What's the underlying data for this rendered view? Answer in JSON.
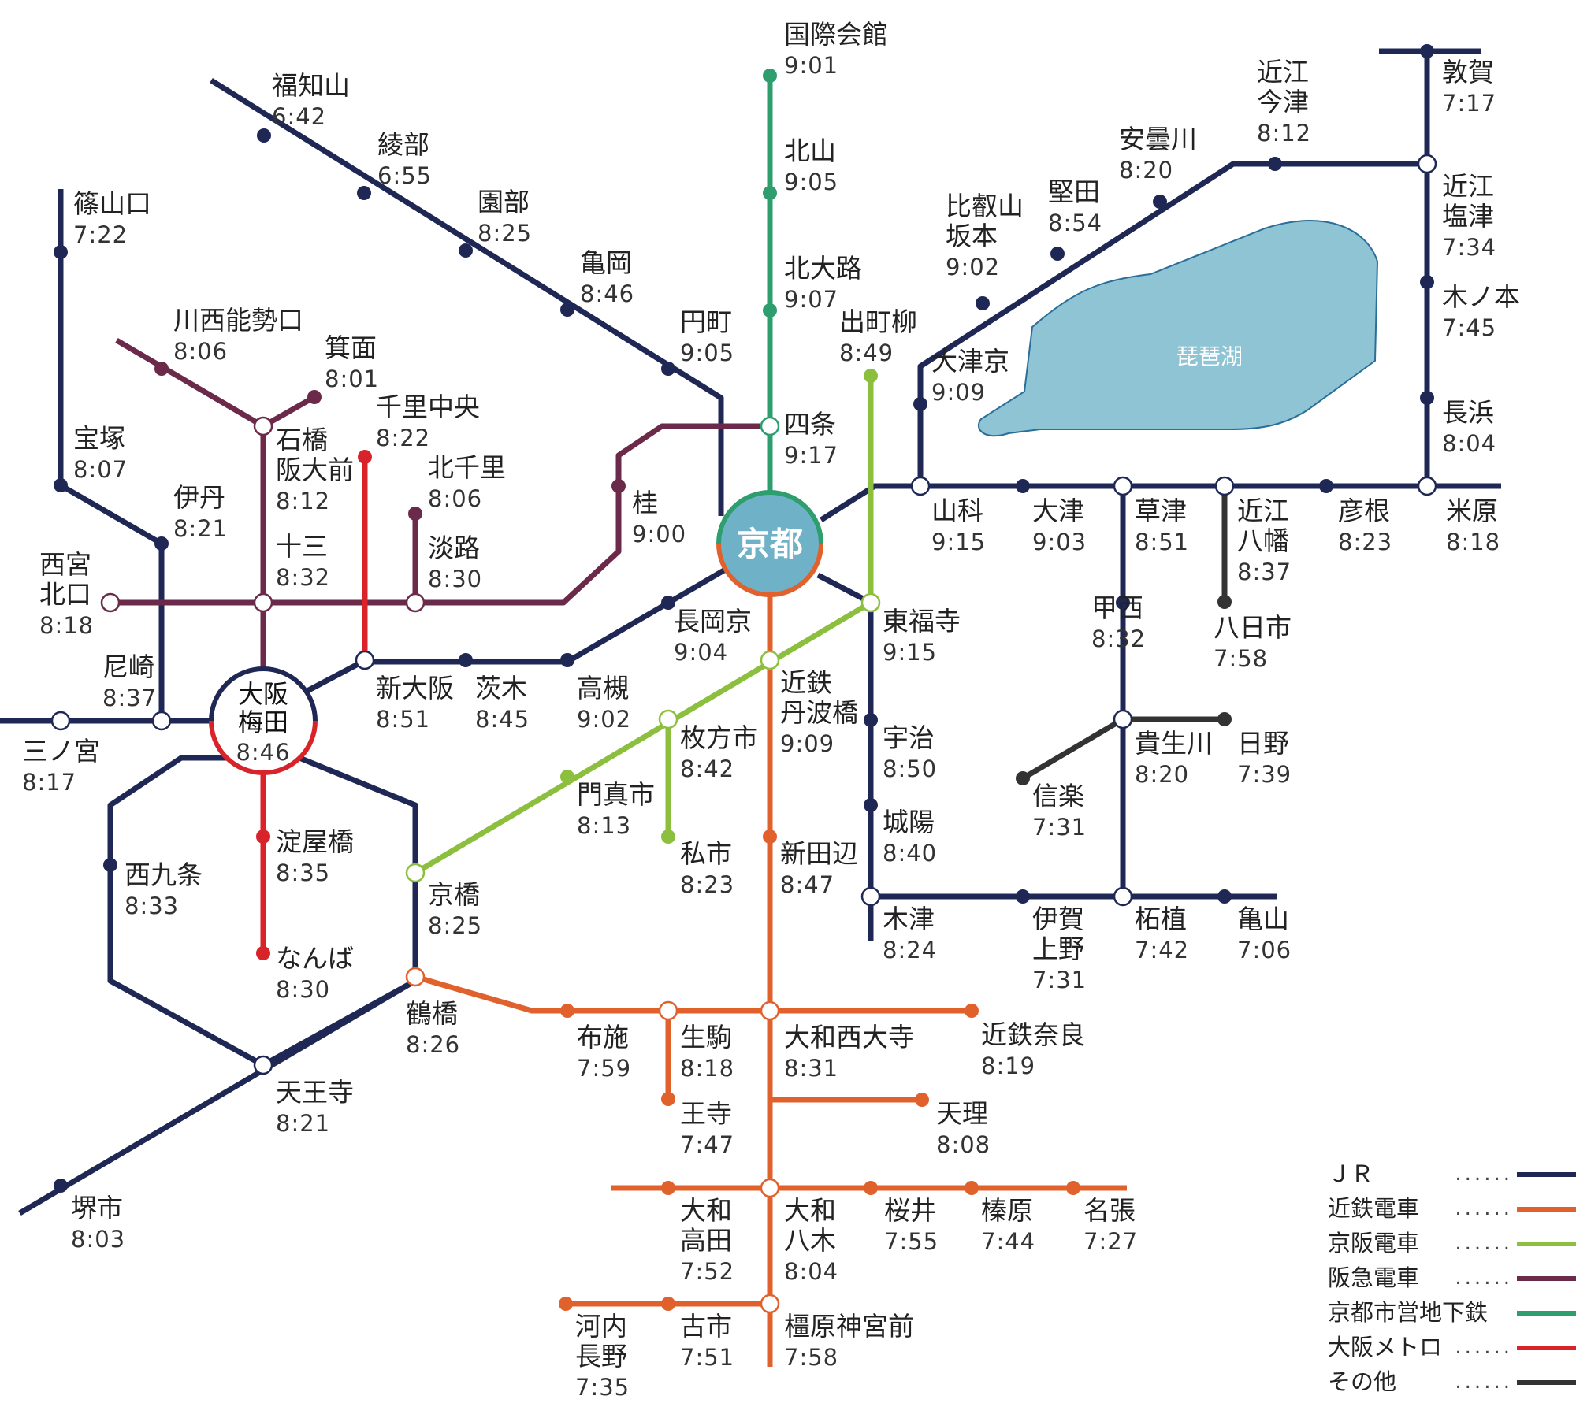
{
  "colors": {
    "jr": "#1f2855",
    "kintetsu": "#e0612b",
    "keihan": "#8dbf3f",
    "hankyu": "#6b2a4a",
    "subway": "#2e9e6e",
    "metro": "#d9232b",
    "other": "#333333",
    "lake": "#8ec4d4",
    "lake_border": "#2a6e9a",
    "kyoto_hub": "#6fb1c7"
  },
  "hubs": {
    "kyoto": "京都",
    "osaka": "大阪\n梅田",
    "osaka_time": "8:46"
  },
  "lake_label": "琵琶湖",
  "stations": [
    {
      "name": "国際会館",
      "time": "9:01"
    },
    {
      "name": "北山",
      "time": "9:05"
    },
    {
      "name": "北大路",
      "time": "9:07"
    },
    {
      "name": "四条",
      "time": "9:17"
    },
    {
      "name": "福知山",
      "time": "6:42"
    },
    {
      "name": "綾部",
      "time": "6:55"
    },
    {
      "name": "園部",
      "time": "8:25"
    },
    {
      "name": "亀岡",
      "time": "8:46"
    },
    {
      "name": "円町",
      "time": "9:05"
    },
    {
      "name": "篠山口",
      "time": "7:22"
    },
    {
      "name": "宝塚",
      "time": "8:07"
    },
    {
      "name": "伊丹",
      "time": "8:21"
    },
    {
      "name": "尼崎",
      "time": "8:37"
    },
    {
      "name": "三ノ宮",
      "time": "8:17"
    },
    {
      "name": "川西能勢口",
      "time": "8:06"
    },
    {
      "name": "箕面",
      "time": "8:01"
    },
    {
      "name": "石橋\n阪大前",
      "time": "8:12"
    },
    {
      "name": "十三",
      "time": "8:32"
    },
    {
      "name": "西宮\n北口",
      "time": "8:18"
    },
    {
      "name": "千里中央",
      "time": "8:22"
    },
    {
      "name": "北千里",
      "time": "8:06"
    },
    {
      "name": "淡路",
      "time": "8:30"
    },
    {
      "name": "桂",
      "time": "9:00"
    },
    {
      "name": "新大阪",
      "time": "8:51"
    },
    {
      "name": "茨木",
      "time": "8:45"
    },
    {
      "name": "高槻",
      "time": "9:02"
    },
    {
      "name": "長岡京",
      "time": "9:04"
    },
    {
      "name": "出町柳",
      "time": "8:49"
    },
    {
      "name": "東福寺",
      "time": "9:15"
    },
    {
      "name": "近鉄\n丹波橋",
      "time": "9:09"
    },
    {
      "name": "枚方市",
      "time": "8:42"
    },
    {
      "name": "門真市",
      "time": "8:13"
    },
    {
      "name": "私市",
      "time": "8:23"
    },
    {
      "name": "京橋",
      "time": "8:25"
    },
    {
      "name": "淀屋橋",
      "time": "8:35"
    },
    {
      "name": "なんば",
      "time": "8:30"
    },
    {
      "name": "西九条",
      "time": "8:33"
    },
    {
      "name": "鶴橋",
      "time": "8:26"
    },
    {
      "name": "天王寺",
      "time": "8:21"
    },
    {
      "name": "堺市",
      "time": "8:03"
    },
    {
      "name": "新田辺",
      "time": "8:47"
    },
    {
      "name": "布施",
      "time": "7:59"
    },
    {
      "name": "生駒",
      "time": "8:18"
    },
    {
      "name": "王寺",
      "time": "7:47"
    },
    {
      "name": "大和西大寺",
      "time": "8:31"
    },
    {
      "name": "近鉄奈良",
      "time": "8:19"
    },
    {
      "name": "天理",
      "time": "8:08"
    },
    {
      "name": "大和\n高田",
      "time": "7:52"
    },
    {
      "name": "大和\n八木",
      "time": "8:04"
    },
    {
      "name": "桜井",
      "time": "7:55"
    },
    {
      "name": "榛原",
      "time": "7:44"
    },
    {
      "name": "名張",
      "time": "7:27"
    },
    {
      "name": "河内\n長野",
      "time": "7:35"
    },
    {
      "name": "古市",
      "time": "7:51"
    },
    {
      "name": "橿原神宮前",
      "time": "7:58"
    },
    {
      "name": "宇治",
      "time": "8:50"
    },
    {
      "name": "城陽",
      "time": "8:40"
    },
    {
      "name": "木津",
      "time": "8:24"
    },
    {
      "name": "伊賀\n上野",
      "time": "7:31"
    },
    {
      "name": "柘植",
      "time": "7:42"
    },
    {
      "name": "亀山",
      "time": "7:06"
    },
    {
      "name": "山科",
      "time": "9:15"
    },
    {
      "name": "大津",
      "time": "9:03"
    },
    {
      "name": "草津",
      "time": "8:51"
    },
    {
      "name": "近江\n八幡",
      "time": "8:37"
    },
    {
      "name": "彦根",
      "time": "8:23"
    },
    {
      "name": "米原",
      "time": "8:18"
    },
    {
      "name": "大津京",
      "time": "9:09"
    },
    {
      "name": "比叡山\n坂本",
      "time": "9:02"
    },
    {
      "name": "堅田",
      "time": "8:54"
    },
    {
      "name": "安曇川",
      "time": "8:20"
    },
    {
      "name": "近江\n今津",
      "time": "8:12"
    },
    {
      "name": "敦賀",
      "time": "7:17"
    },
    {
      "name": "近江\n塩津",
      "time": "7:34"
    },
    {
      "name": "木ノ本",
      "time": "7:45"
    },
    {
      "name": "長浜",
      "time": "8:04"
    },
    {
      "name": "甲西",
      "time": "8:32"
    },
    {
      "name": "八日市",
      "time": "7:58"
    },
    {
      "name": "貴生川",
      "time": "8:20"
    },
    {
      "name": "日野",
      "time": "7:39"
    },
    {
      "name": "信楽",
      "time": "7:31"
    }
  ],
  "legend": [
    {
      "label": "ＪＲ",
      "color_key": "jr"
    },
    {
      "label": "近鉄電車",
      "color_key": "kintetsu"
    },
    {
      "label": "京阪電車",
      "color_key": "keihan"
    },
    {
      "label": "阪急電車",
      "color_key": "hankyu"
    },
    {
      "label": "京都市営地下鉄",
      "color_key": "subway"
    },
    {
      "label": "大阪メトロ",
      "color_key": "metro"
    },
    {
      "label": "その他",
      "color_key": "other"
    }
  ]
}
